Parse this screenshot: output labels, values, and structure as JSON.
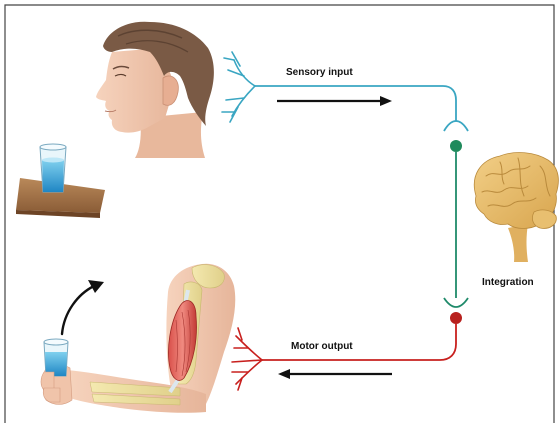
{
  "labels": {
    "sensory": "Sensory input",
    "integration": "Integration",
    "motor": "Motor output"
  },
  "colors": {
    "sensory_path": "#3aa6c2",
    "integration_path": "#1f8a6a",
    "motor_path": "#c8201e",
    "arrow": "#111111",
    "frame": "#444444"
  },
  "icons": [
    "head-icon",
    "glass-of-water-icon",
    "brain-icon",
    "arm-holding-glass-icon",
    "sensory-receptor-icon",
    "motor-effector-icon",
    "synapse-icon"
  ]
}
